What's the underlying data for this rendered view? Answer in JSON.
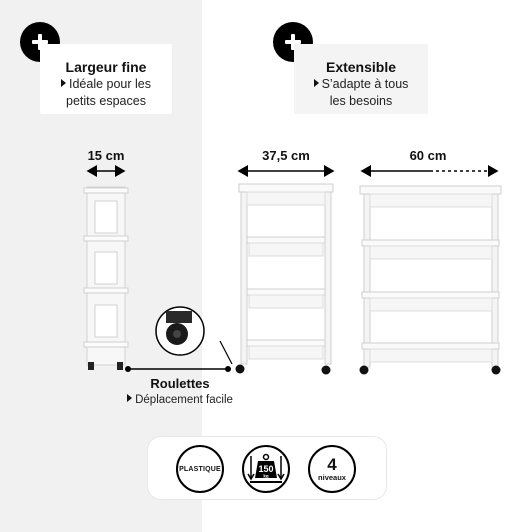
{
  "features": {
    "left": {
      "title": "Largeur fine",
      "desc_line1": "Idéale pour les",
      "desc_line2": "petits espaces"
    },
    "right": {
      "title": "Extensible",
      "desc_line1": "S’adapte à tous",
      "desc_line2": "les besoins"
    }
  },
  "dimensions": {
    "narrow": "15 cm",
    "medium": "37,5 cm",
    "wide": "60 cm"
  },
  "wheels": {
    "title": "Roulettes",
    "desc": "Déplacement facile"
  },
  "badges": {
    "material": "PLASTIQUE",
    "load": "150",
    "load_unit": "kg",
    "levels_number": "4",
    "levels_label": "niveaux"
  },
  "colors": {
    "left_panel": "#f1f1f1",
    "accent": "#000000",
    "frame": "#e9e9e9"
  }
}
